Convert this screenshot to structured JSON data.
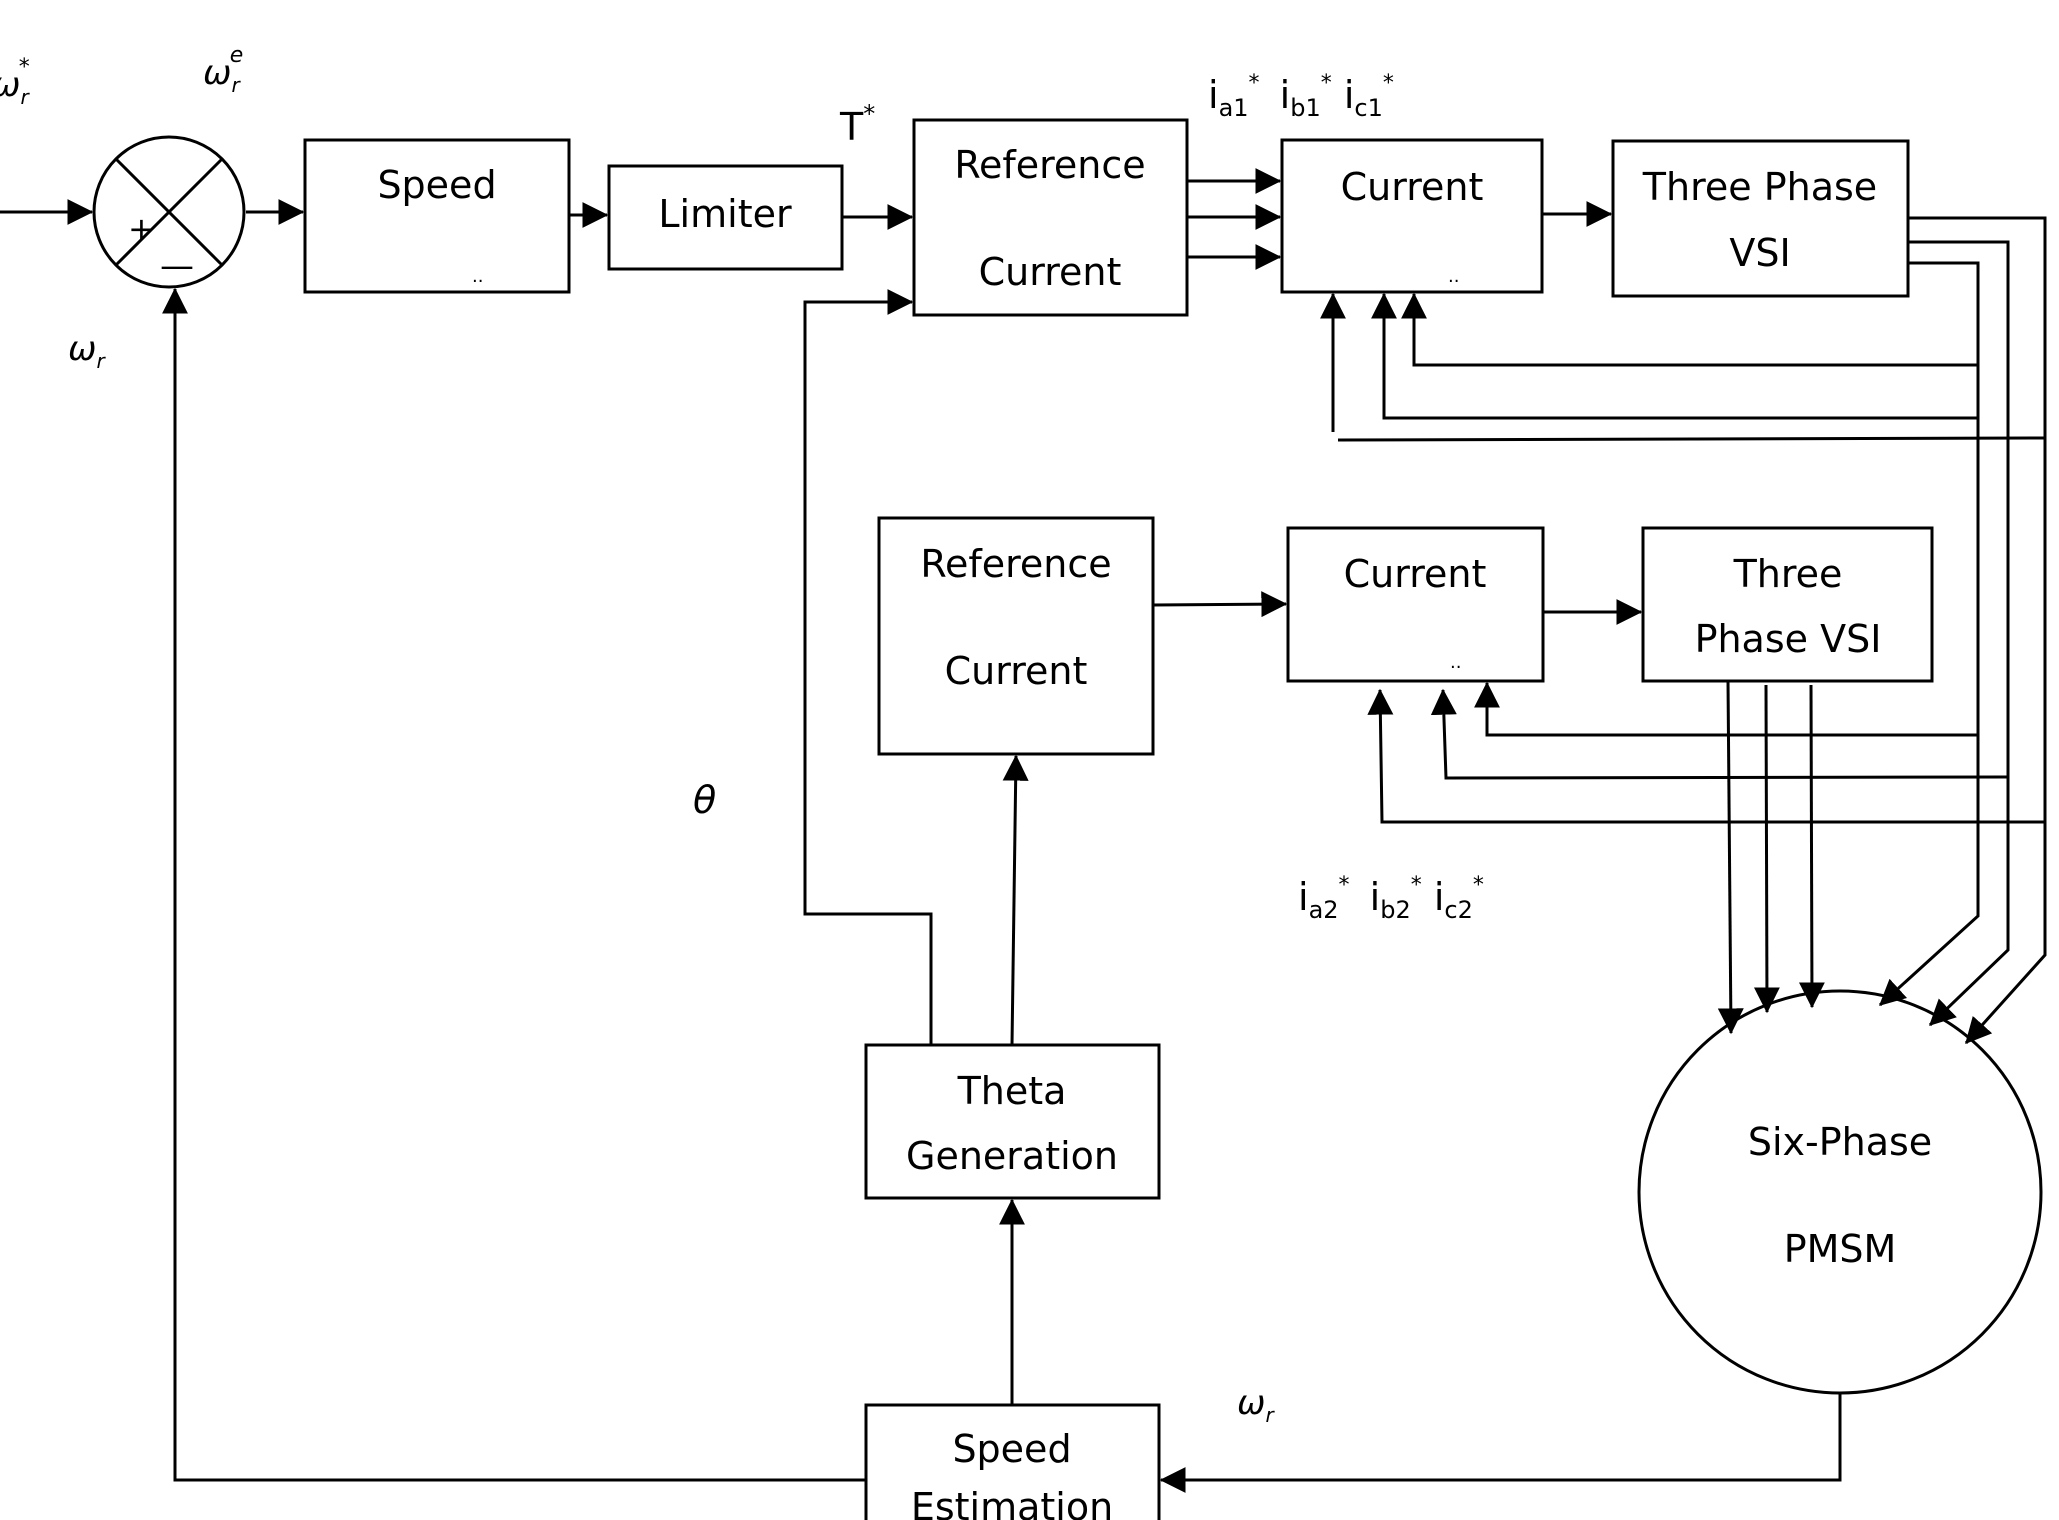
{
  "blocks": {
    "speed": "Speed",
    "limiter": "Limiter",
    "ref_current_1": [
      "Reference",
      "Current"
    ],
    "current_1": "Current",
    "vsi_1": [
      "Three Phase",
      "VSI"
    ],
    "ref_current_2": [
      "Reference",
      "Current"
    ],
    "current_2": "Current",
    "vsi_2": [
      "Three",
      "Phase VSI"
    ],
    "theta_generation": [
      "Theta",
      "Generation"
    ],
    "speed_estimation": [
      "Speed",
      "Estimation"
    ],
    "motor": [
      "Six-Phase",
      "PMSM"
    ]
  },
  "summing_junction": {
    "plus": "+",
    "minus": "—"
  },
  "signals": {
    "omega_ref": {
      "base": "ω",
      "sub": "r",
      "sup": "*"
    },
    "omega_err": {
      "base": "ω",
      "sub": "r",
      "sup": "e"
    },
    "omega_fb": {
      "base": "ω",
      "sub": "r"
    },
    "omega_est": {
      "base": "ω",
      "sub": "r"
    },
    "torque_ref": {
      "base": "T",
      "sup": "*"
    },
    "theta": "θ",
    "currents_set1": [
      {
        "base": "i",
        "sub": "a1",
        "sup": "*"
      },
      {
        "base": "i",
        "sub": "b1",
        "sup": "*"
      },
      {
        "base": "i",
        "sub": "c1",
        "sup": "*"
      }
    ],
    "currents_set2": [
      {
        "base": "i",
        "sub": "a2",
        "sup": "*"
      },
      {
        "base": "i",
        "sub": "b2",
        "sup": "*"
      },
      {
        "base": "i",
        "sub": "c2",
        "sup": "*"
      }
    ]
  },
  "small_marks": ".."
}
